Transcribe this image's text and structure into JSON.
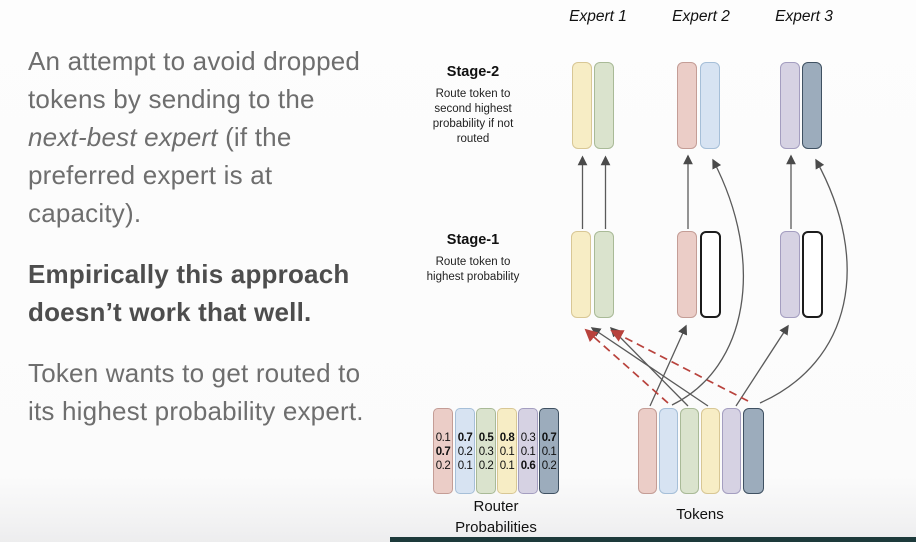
{
  "left_panel": {
    "p1_pre": "An attempt to avoid dropped tokens by sending to the ",
    "p1_italic": "next-best expert",
    "p1_post": " (if the preferred expert is at capacity).",
    "p2": "Empirically this approach doesn’t work that well.",
    "p3": "Token wants to get routed to its highest probability expert."
  },
  "diagram": {
    "experts": {
      "e1": "Expert 1",
      "e2": "Expert 2",
      "e3": "Expert 3"
    },
    "stage2": {
      "title": "Stage-2",
      "caption": "Route token to second highest probability if not routed"
    },
    "stage1": {
      "title": "Stage-1",
      "caption": "Route token to highest probability"
    },
    "router": {
      "label_line1": "Router",
      "label_line2": "Probabilities",
      "columns": [
        {
          "token": "pink",
          "values": [
            "0.1",
            "0.7",
            "0.2"
          ],
          "bold": [
            false,
            true,
            false
          ]
        },
        {
          "token": "blue",
          "values": [
            "0.7",
            "0.2",
            "0.1"
          ],
          "bold": [
            true,
            false,
            false
          ]
        },
        {
          "token": "green",
          "values": [
            "0.5",
            "0.3",
            "0.2"
          ],
          "bold": [
            true,
            false,
            false
          ]
        },
        {
          "token": "yellow",
          "values": [
            "0.8",
            "0.1",
            "0.1"
          ],
          "bold": [
            true,
            false,
            false
          ]
        },
        {
          "token": "lavender",
          "values": [
            "0.3",
            "0.1",
            "0.6"
          ],
          "bold": [
            false,
            false,
            true
          ]
        },
        {
          "token": "dark",
          "values": [
            "0.7",
            "0.1",
            "0.2"
          ],
          "bold": [
            true,
            false,
            false
          ]
        }
      ]
    },
    "tokens_label": "Tokens",
    "token_order": [
      "pink",
      "blue",
      "green",
      "yellow",
      "lavender",
      "dark"
    ]
  },
  "colors": {
    "pink": {
      "bg": "#ebcdc7",
      "border": "#c49d96"
    },
    "blue": {
      "bg": "#d7e3f2",
      "border": "#a6bfd8"
    },
    "green": {
      "bg": "#dae3cd",
      "border": "#a9ba97"
    },
    "yellow": {
      "bg": "#f7edc5",
      "border": "#d8c795"
    },
    "lavender": {
      "bg": "#d6d2e3",
      "border": "#a49ec0"
    },
    "dark": {
      "bg": "#9cacbc",
      "border": "#3f5162"
    },
    "arrow": "#5a5a5a",
    "rejected_arrow": "#c0453f",
    "bottom_bar": "#1d3a3b"
  }
}
